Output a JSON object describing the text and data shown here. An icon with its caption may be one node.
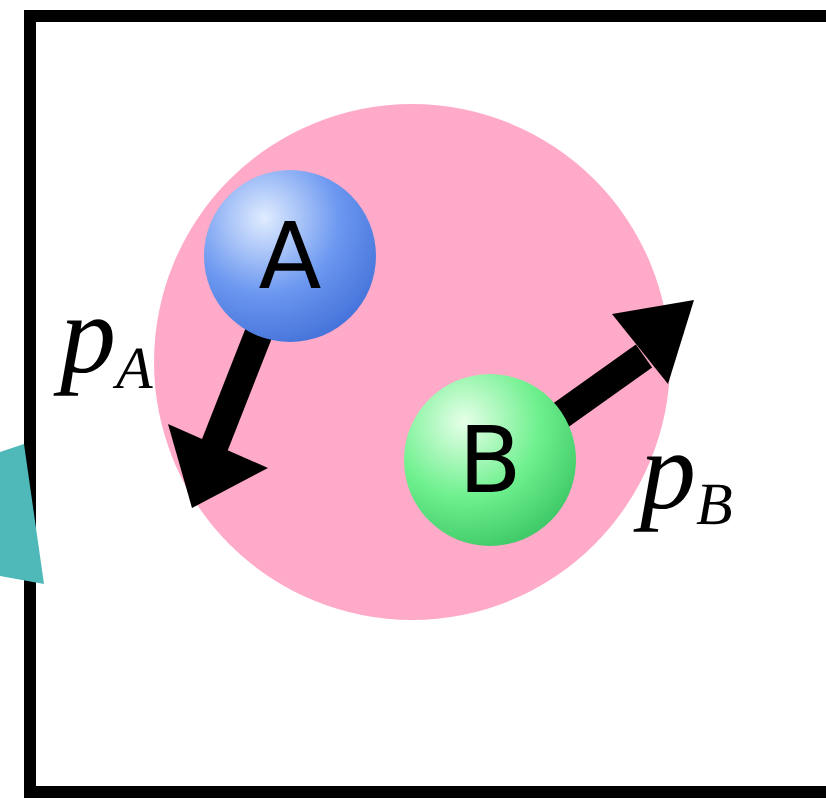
{
  "diagram": {
    "nodes": [
      {
        "text": [],
        "shape": "circle"
      },
      {
        "text": [
          "A"
        ],
        "in": 0
      },
      {
        "text": [
          "B"
        ],
        "in": 0
      }
    ],
    "labels": [
      "p$_{A}$",
      "p$_{B}$"
    ]
  }
}
